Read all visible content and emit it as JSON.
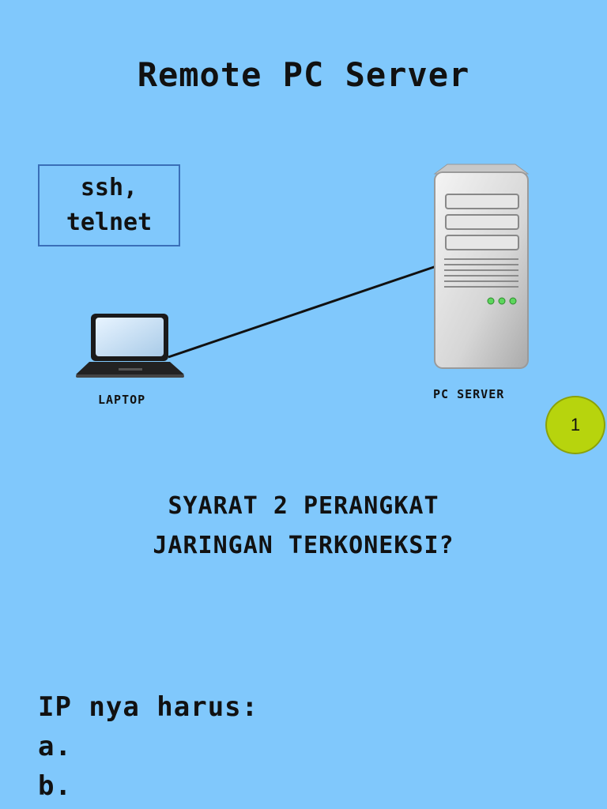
{
  "title": "Remote PC Server",
  "protocols": [
    "ssh,",
    "telnet"
  ],
  "devices": {
    "laptop": {
      "label": "LAPTOP",
      "icon": "laptop-icon"
    },
    "server": {
      "label": "PC SERVER",
      "icon": "server-tower-icon"
    }
  },
  "connection": {
    "icon": "network-cable-line"
  },
  "page_badge": "1",
  "question": [
    "SYARAT 2 PERANGKAT",
    "JARINGAN TERKONEKSI?"
  ],
  "ip_list": {
    "heading": "IP nya harus:",
    "items": [
      "a.",
      "b."
    ]
  },
  "colors": {
    "background": "#80c8fc",
    "badge": "#b7d40d",
    "box_border": "#3a6fb8"
  }
}
